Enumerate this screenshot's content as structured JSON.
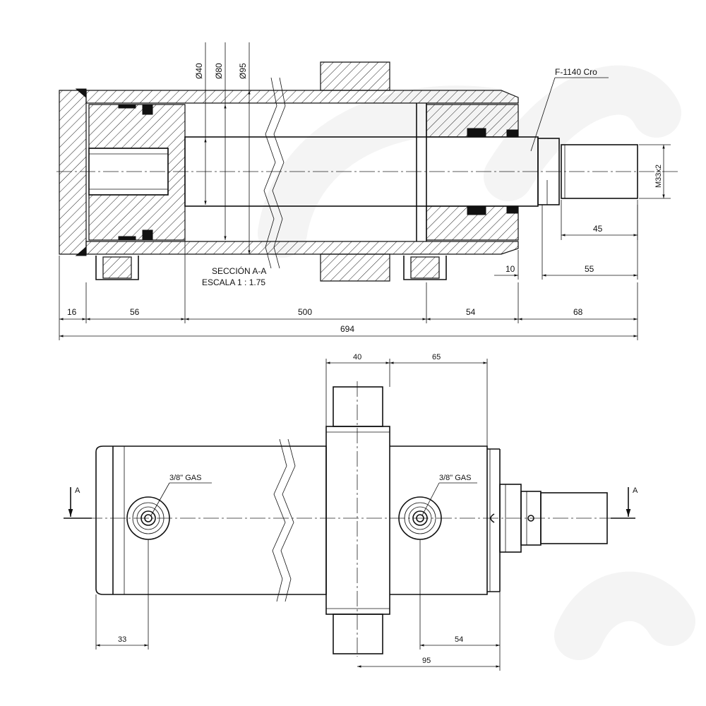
{
  "section_view": {
    "part_label": "F-1140 Cro",
    "thread_label": "M33x2",
    "diameters": [
      "Ø40",
      "Ø80",
      "Ø95"
    ],
    "section_title": "SECCIÓN A-A",
    "scale_text": "ESCALA 1 : 1.75",
    "dims": {
      "d16": "16",
      "d56": "56",
      "d500": "500",
      "d54": "54",
      "d68": "68",
      "d694": "694",
      "d45": "45",
      "d10": "10",
      "d55": "55"
    }
  },
  "top_view": {
    "port_left_label": "3/8\" GAS",
    "port_right_label": "3/8\" GAS",
    "section_marker_left": "A",
    "section_marker_right": "A",
    "dims": {
      "d40": "40",
      "d65": "65",
      "d33": "33",
      "d54": "54",
      "d95": "95"
    }
  }
}
